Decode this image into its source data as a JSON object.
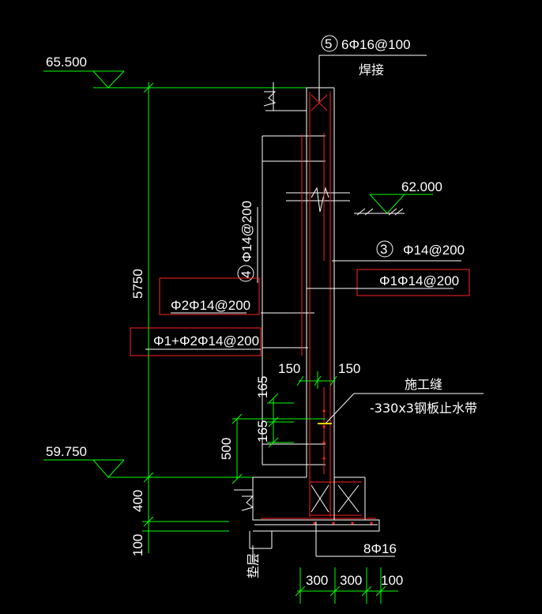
{
  "levels": {
    "top": "65.500",
    "ground": "62.000",
    "bottom": "59.750"
  },
  "dims": {
    "wall_height": "5750",
    "wall_left": "150",
    "wall_right": "150",
    "gap_top": "165",
    "gap_bottom": "165",
    "haunch": "500",
    "base": "400",
    "pad": "100",
    "footing_a": "300",
    "footing_b": "300",
    "footing_c": "100"
  },
  "labels": {
    "rebar5_num": "5",
    "rebar5_spec": "6Φ16@100",
    "weld": "焊接",
    "rebar4_num": "4",
    "rebar4_spec": "Φ14@200",
    "rebar3_num": "3",
    "rebar3_spec": "Φ14@200",
    "rebar1_box": "Φ1Φ14@200",
    "rebar2_box": "Φ2Φ14@200",
    "rebar12_box": "Φ1+Φ2Φ14@200",
    "joint_title": "施工缝",
    "joint_spec": "-330x3钢板止水带",
    "bottom_bars": "8Φ16",
    "cushion": "垫层"
  }
}
